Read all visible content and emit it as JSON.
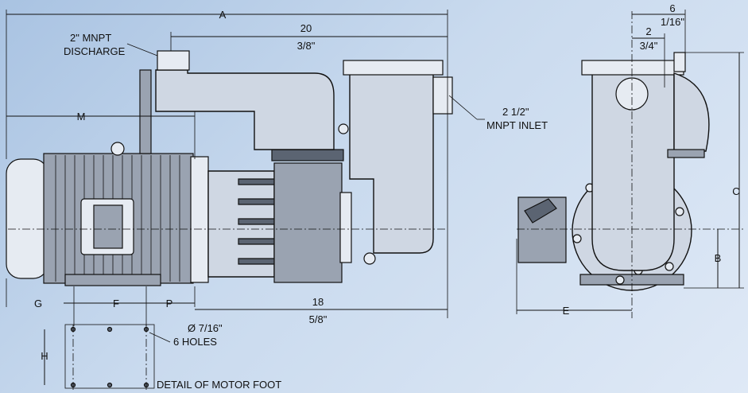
{
  "labels": {
    "A": "A",
    "dim_20_top": "20",
    "dim_20_bottom": "3/8\"",
    "discharge_line1": "2\" MNPT",
    "discharge_line2": "DISCHARGE",
    "inlet_line1": "2 1/2\"",
    "inlet_line2": "MNPT INLET",
    "M": "M",
    "G": "G",
    "F": "F",
    "P": "P",
    "dim_18_top": "18",
    "dim_18_bottom": "5/8\"",
    "hole_line1": "Ø 7/16\"",
    "hole_line2": "6 HOLES",
    "H": "H",
    "foot_detail": "DETAIL OF MOTOR FOOT",
    "dim_6_top": "6",
    "dim_6_bottom": "1/16\"",
    "dim_2_top": "2",
    "dim_2_bottom": "3/4\"",
    "C": "C",
    "B": "B",
    "E": "E"
  },
  "colors": {
    "background_start": "#a9c3e2",
    "background_end": "#dfe9f6",
    "line": "#111111",
    "part_fill": "#cfd7e3"
  }
}
